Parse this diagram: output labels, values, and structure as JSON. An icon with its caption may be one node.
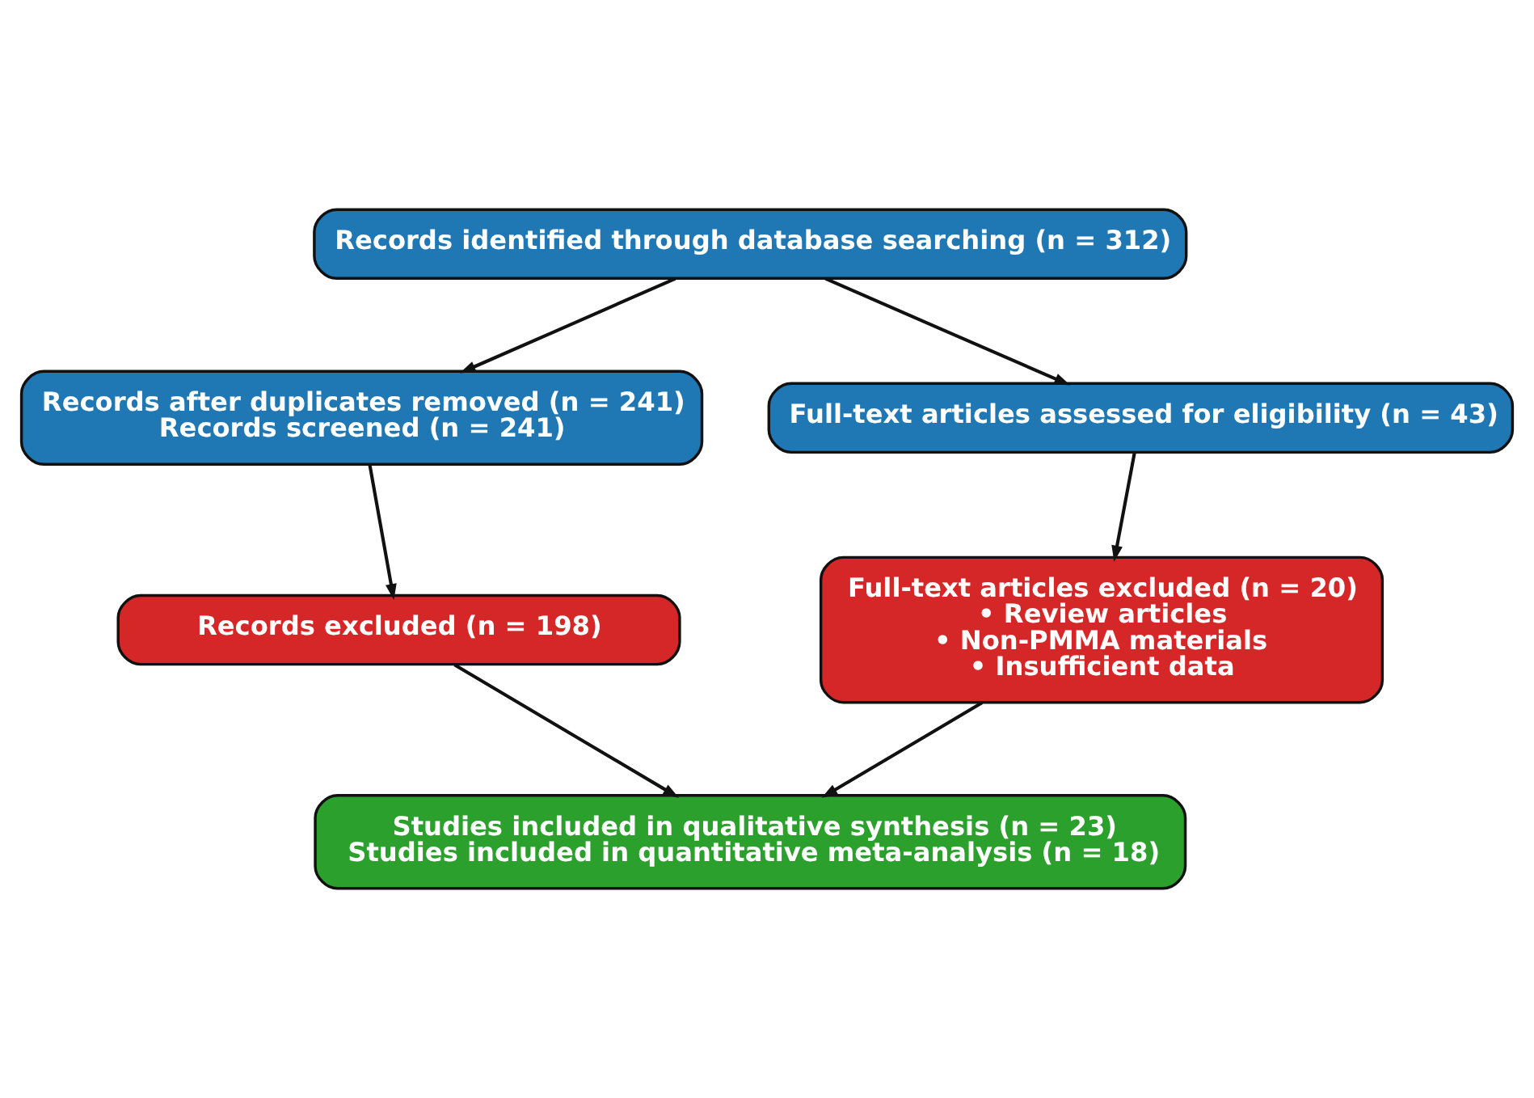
{
  "diagram": {
    "nodes": [
      {
        "text": [
          "Records identified through database searching (n = 312)"
        ]
      },
      {
        "text": [
          "Records after duplicates removed (n = 241)",
          "Records screened (n = 241)"
        ]
      },
      {
        "text": [
          "Full-text articles assessed for eligibility (n = 43)"
        ]
      },
      {
        "text": [
          "Records excluded (n = 198)"
        ]
      },
      {
        "text": [
          "Full-text articles excluded (n = 20)",
          "• Review articles",
          "• Non-PMMA materials",
          "• Insufficient data"
        ]
      },
      {
        "text": [
          "Studies included in qualitative synthesis (n = 23)",
          "Studies included in quantitative meta-analysis (n = 18)"
        ]
      }
    ],
    "edges": [
      {
        "from": 0,
        "to": 1,
        "arrow": "to"
      },
      {
        "from": 0,
        "to": 2,
        "arrow": "to"
      },
      {
        "from": 1,
        "to": 3,
        "arrow": "to"
      },
      {
        "from": 2,
        "to": 4,
        "arrow": "to"
      },
      {
        "from": 3,
        "to": 5,
        "arrow": "to"
      },
      {
        "from": 4,
        "to": 5,
        "arrow": "to"
      }
    ]
  }
}
